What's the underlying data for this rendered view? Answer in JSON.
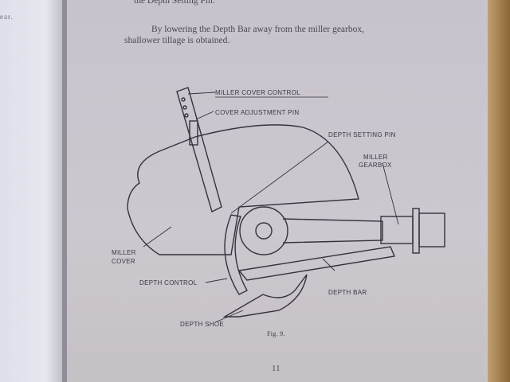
{
  "left_page": {
    "fragment": "ear."
  },
  "main_page": {
    "paragraph_1_tail": "the Depth Setting Pin.",
    "paragraph_2": [
      "By lowering the Depth Bar away from the miller gearbox,",
      "shallower tillage is obtained."
    ],
    "figure": {
      "caption": "Fig. 9.",
      "labels": {
        "miller_cover_control": "MILLER COVER CONTROL",
        "cover_adjustment_pin": "COVER ADJUSTMENT PIN",
        "depth_setting_pin": "DEPTH SETTING PIN",
        "miller_gearbox_1": "MILLER",
        "miller_gearbox_2": "GEARBOX",
        "miller_cover_1": "MILLER",
        "miller_cover_2": "COVER",
        "depth_control": "DEPTH CONTROL",
        "depth_bar": "DEPTH BAR",
        "depth_shoe": "DEPTH SHOE"
      }
    },
    "page_number": "11"
  }
}
